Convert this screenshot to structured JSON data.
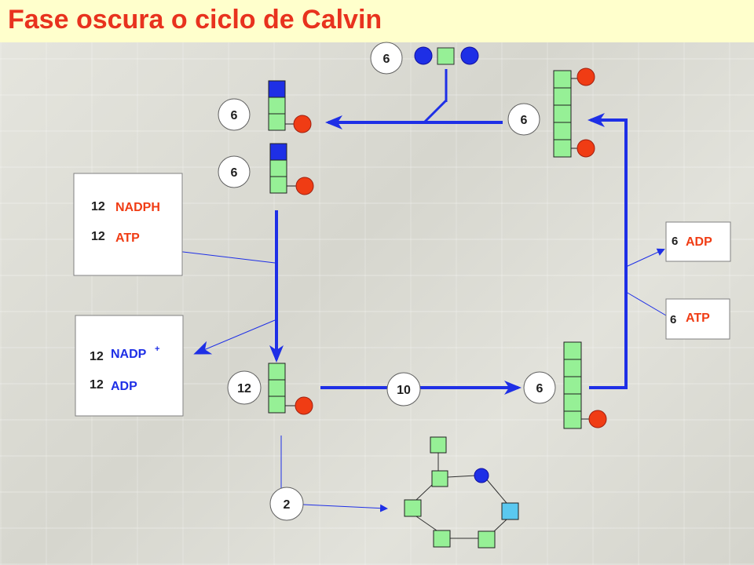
{
  "title": "Fase oscura o ciclo de Calvin",
  "colors": {
    "title": "#e8321e",
    "arrow": "#1e2fe6",
    "box_green": "#96f096",
    "box_blue": "#1e2fe6",
    "box_lightblue": "#5ac8f0",
    "circle_red": "#f03c14",
    "circle_blue": "#1e2fe6",
    "label_red": "#f03c14",
    "label_blue": "#1e2fe6"
  },
  "counts": {
    "ribulose_in": "6",
    "co2": "6",
    "intermediate_top": "6",
    "intermediate_bottom": "6",
    "phosphoglyceraldehyde": "12",
    "regenerated": "10",
    "pentose_phosphate": "6",
    "glucose_out": "2"
  },
  "cofactors": {
    "in_box": {
      "nadph_count": "12",
      "nadph_label": "NADPH",
      "atp_count": "12",
      "atp_label": "ATP"
    },
    "out_box": {
      "nadp_count": "12",
      "nadp_label": "NADP",
      "nadp_sup": "+",
      "adp_count": "12",
      "adp_label": "ADP"
    },
    "right_adp": {
      "count": "6",
      "label": "ADP"
    },
    "right_atp": {
      "count": "6",
      "label": "ATP"
    }
  }
}
